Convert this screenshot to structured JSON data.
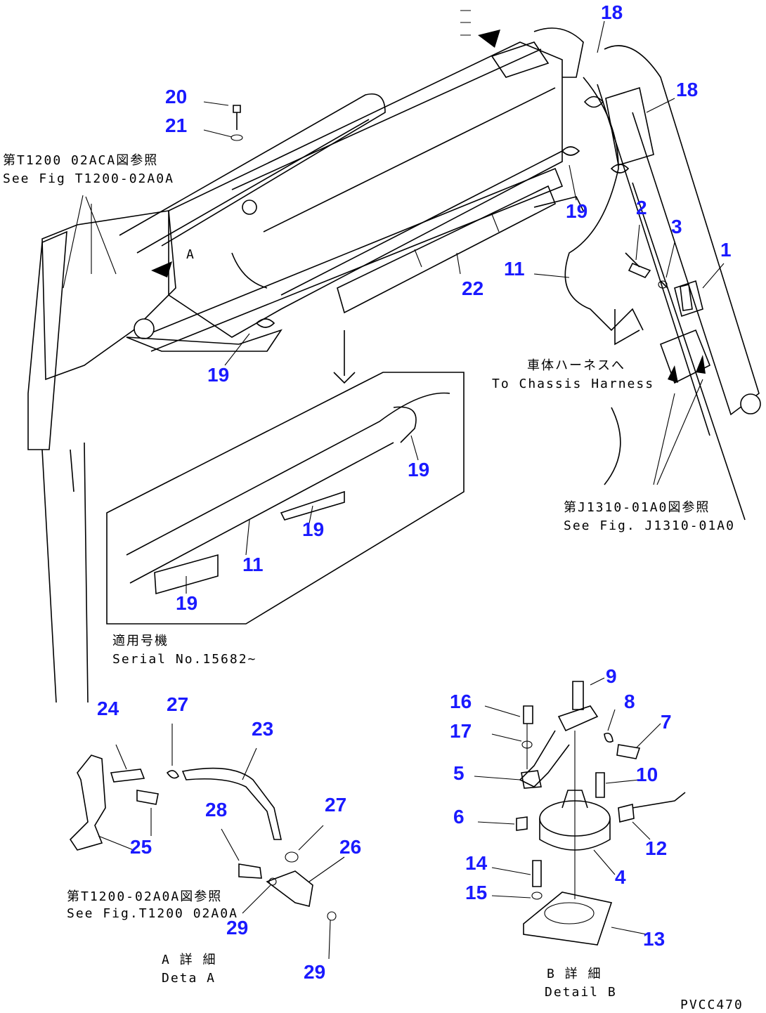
{
  "callouts": {
    "c1": "1",
    "c2": "2",
    "c3": "3",
    "c4": "4",
    "c5": "5",
    "c6": "6",
    "c7": "7",
    "c8": "8",
    "c9": "9",
    "c10": "10",
    "c11a": "11",
    "c11b": "11",
    "c12": "12",
    "c13": "13",
    "c14": "14",
    "c15": "15",
    "c16": "16",
    "c17": "17",
    "c18a": "18",
    "c18b": "18",
    "c19a": "19",
    "c19b": "19",
    "c19c": "19",
    "c19d": "19",
    "c19e": "19",
    "c20": "20",
    "c21": "21",
    "c22": "22",
    "c23": "23",
    "c24": "24",
    "c25": "25",
    "c26": "26",
    "c27a": "27",
    "c27b": "27",
    "c28": "28",
    "c29a": "29",
    "c29b": "29"
  },
  "notes": {
    "ref_t1200_top_jp": "第T1200 02ACA図参照",
    "ref_t1200_top_en": "See Fig T1200-02A0A",
    "chassis_jp": "車体ハーネスへ",
    "chassis_en": "To Chassis Harness",
    "ref_j1310_jp": "第J1310-01A0図参照",
    "ref_j1310_en": "See Fig. J1310-01A0",
    "serial_jp": "適用号機",
    "serial_en": "Serial No.15682~",
    "ref_t1200_bottom_jp": "第T1200-02A0A図参照",
    "ref_t1200_bottom_en": "See Fig.T1200 02A0A",
    "detail_a_jp": "A 詳 細",
    "detail_a_en": "Deta   A",
    "detail_b_jp": "B 詳 細",
    "detail_b_en": "Detail B",
    "label_a": "A",
    "drawing_code": "PVCC470"
  },
  "colors": {
    "callout": "#1a1aff",
    "line": "#000000",
    "background": "#ffffff"
  }
}
